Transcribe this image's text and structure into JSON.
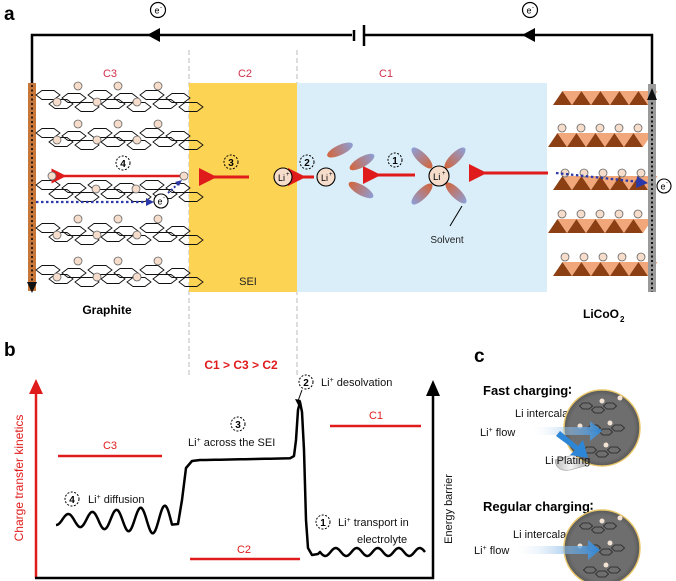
{
  "panel_a": {
    "label": "a",
    "electron_label": "e",
    "electron_sup": "-",
    "regions": {
      "c3": "C3",
      "c2": "C2",
      "c1": "C1"
    },
    "sei_label": "SEI",
    "graphite_label": "Graphite",
    "cathode_label_main": "LiCoO",
    "cathode_label_sub": "2",
    "solvent_label": "Solvent",
    "li_ion": "Li",
    "li_sup": "+",
    "steps": [
      "1",
      "2",
      "3",
      "4"
    ],
    "colors": {
      "sei": "#fcd352",
      "electrolyte": "#d9eef9",
      "region_label": "#d0304a",
      "li_arrow": "#e01b1b",
      "electron_path": "#2b3aa8",
      "current_collector_anode": "#c8773a",
      "cathode_dark": "#8b3f12",
      "cathode_light": "#f2a77b"
    }
  },
  "panel_b": {
    "label": "b",
    "title": "C1 > C3 > C2",
    "y_left_label": "Charge transfer kinetics",
    "y_right_label": "Energy barrier",
    "levels": {
      "c3": "C3",
      "c2": "C2",
      "c1": "C1"
    },
    "annotations": {
      "step1_num": "1",
      "step1_text_a": "Li",
      "step1_text_b": " transport in",
      "step1_text_c": "electrolyte",
      "step2_num": "2",
      "step2_text_a": "Li",
      "step2_text_b": " desolvation",
      "step3_num": "3",
      "step3_text_a": "Li",
      "step3_text_b": " across the SEI",
      "step4_num": "4",
      "step4_text_a": "Li",
      "step4_text_b": " diffusion",
      "sup": "+"
    },
    "colors": {
      "kinetics": "#e01b1b",
      "curve": "#000000"
    }
  },
  "panel_c": {
    "label": "c",
    "fast": {
      "title": "Fast charging∶",
      "intercalation": "Li intercalation",
      "flow_a": "Li",
      "flow_b": " flow",
      "plating": "Li Plating"
    },
    "regular": {
      "title": "Regular charging∶",
      "intercalation": "Li intercalation",
      "flow_a": "Li",
      "flow_b": " flow"
    },
    "sup": "+",
    "colors": {
      "flow": "#2e86d6",
      "particle": "#6f6f6f",
      "rim": "#e8c66a"
    }
  }
}
